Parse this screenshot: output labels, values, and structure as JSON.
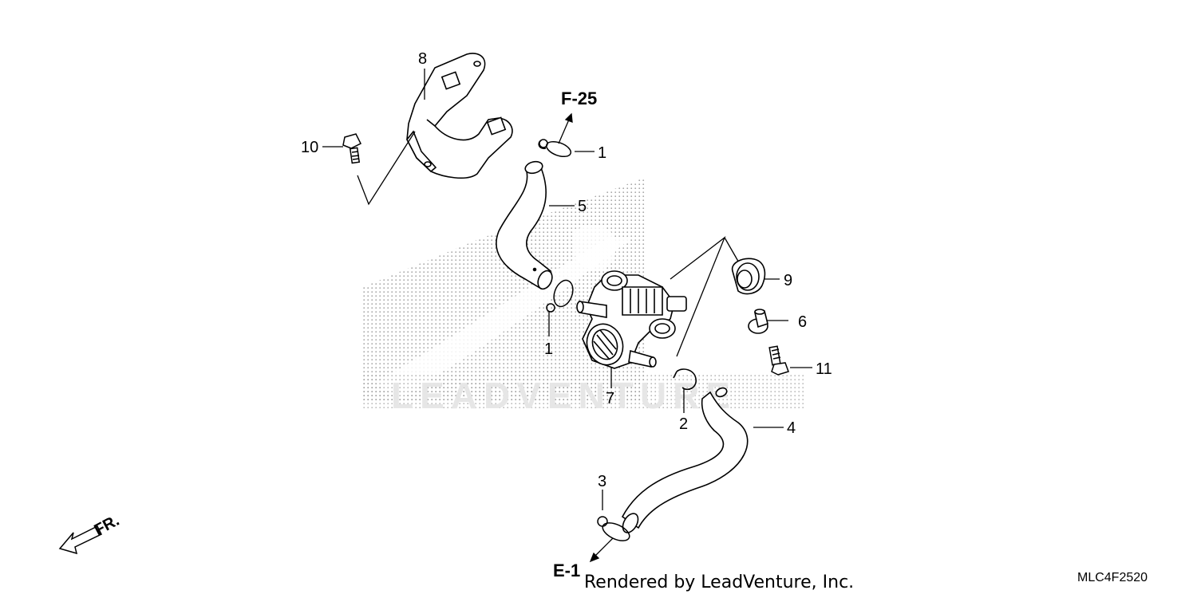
{
  "callouts": {
    "c8": "8",
    "c10": "10",
    "c1_top": "1",
    "c5": "5",
    "c1_mid": "1",
    "c7": "7",
    "c9": "9",
    "c6": "6",
    "c11": "11",
    "c2": "2",
    "c4": "4",
    "c3": "3"
  },
  "refs": {
    "top": "F-25",
    "bottom": "E-1"
  },
  "direction_label": "FR.",
  "footer": {
    "credit": "Rendered by LeadVenture, Inc.",
    "diagram_code": "MLC4F2520"
  },
  "watermark": "LEADVENTURE"
}
